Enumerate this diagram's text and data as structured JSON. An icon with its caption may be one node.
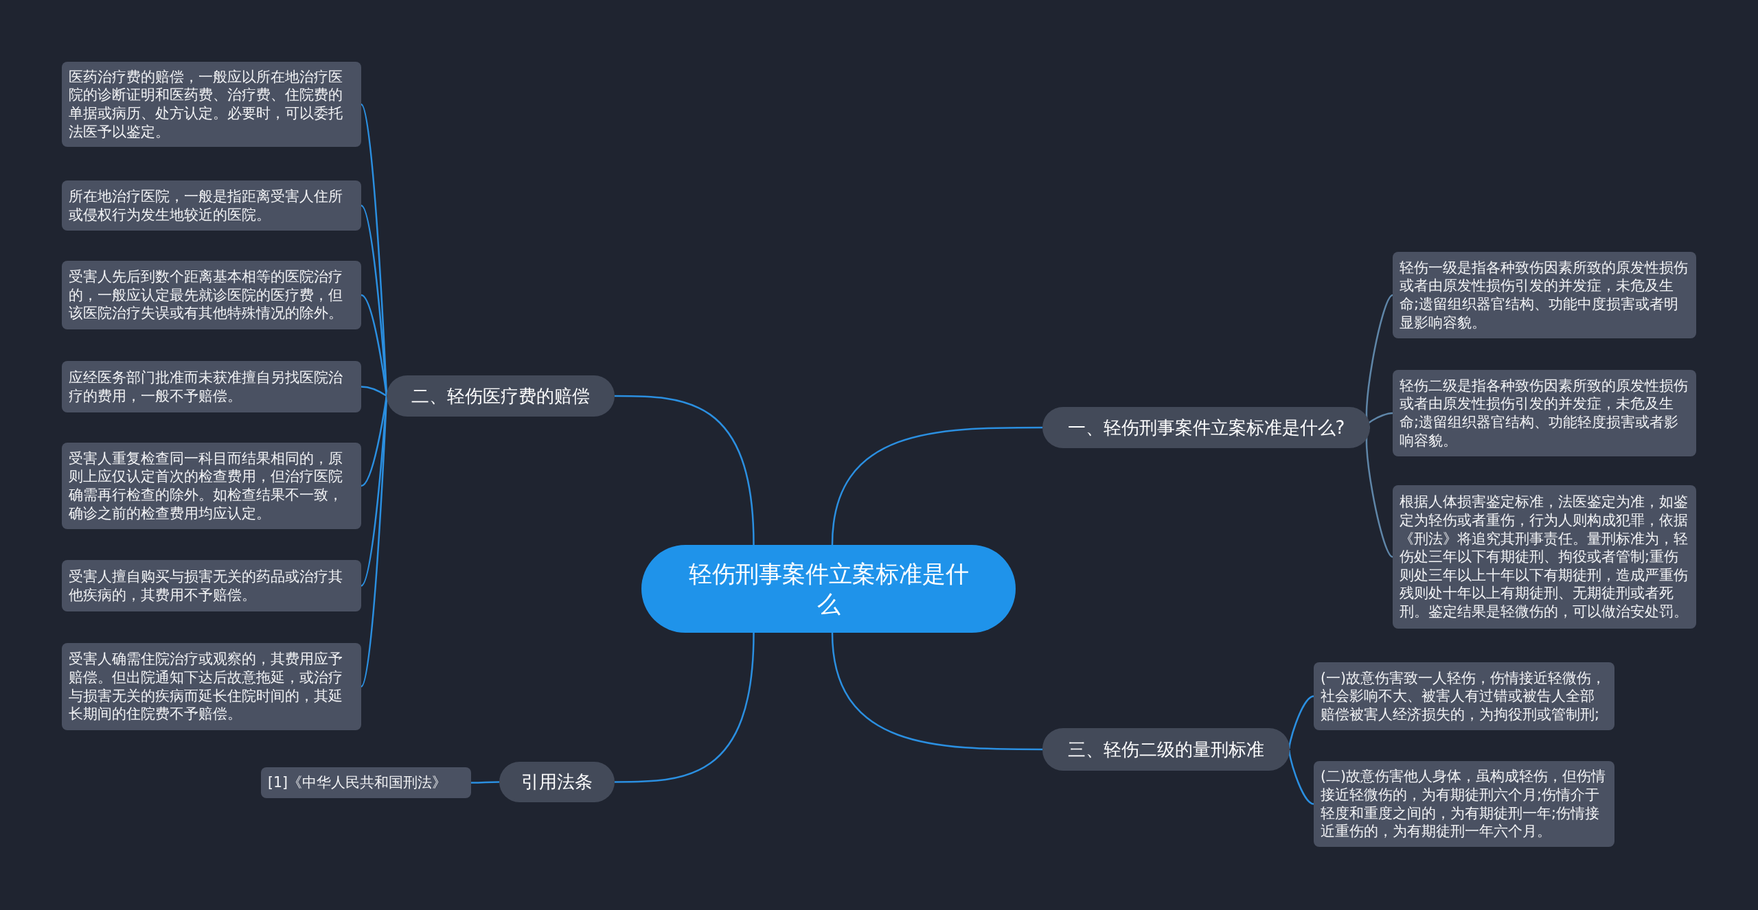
{
  "diagram": {
    "nodes": [
      {
        "text": [
          "轻伤刑事案件立案标准是什么"
        ]
      },
      {
        "text": [
          "一、轻伤刑事案件立案标准是什么?"
        ]
      },
      {
        "text": [
          "轻伤一级是指各种致伤因素所致的原发性损伤或者由原发性损伤引发的并发症，未危及生命;遗留组织器官结构、功能中度损害或者明显影响容貌。"
        ]
      },
      {
        "text": [
          "轻伤二级是指各种致伤因素所致的原发性损伤或者由原发性损伤引发的并发症，未危及生命;遗留组织器官结构、功能轻度损害或者影响容貌。"
        ]
      },
      {
        "text": [
          "根据人体损害鉴定标准，法医鉴定为准，如鉴定为轻伤或者重伤，行为人则构成犯罪，依据《刑法》将追究其刑事责任。量刑标准为，轻伤处三年以下有期徒刑、拘役或者管制;重伤则处三年以上十年以下有期徒刑，造成严重伤残则处十年以上有期徒刑、无期徒刑或者死刑。鉴定结果是轻微伤的，可以做治安处罚。"
        ]
      },
      {
        "text": [
          "二、轻伤医疗费的赔偿"
        ]
      },
      {
        "text": [
          "医药治疗费的赔偿，一般应以所在地治疗医院的诊断证明和医药费、治疗费、住院费的单据或病历、处方认定。必要时，可以委托法医予以鉴定。"
        ]
      },
      {
        "text": [
          "所在地治疗医院，一般是指距离受害人住所或侵权行为发生地较近的医院。"
        ]
      },
      {
        "text": [
          "受害人先后到数个距离基本相等的医院治疗的，一般应认定最先就诊医院的医疗费，但该医院治疗失误或有其他特殊情况的除外。"
        ]
      },
      {
        "text": [
          "应经医务部门批准而未获准擅自另找医院治疗的费用，一般不予赔偿。"
        ]
      },
      {
        "text": [
          "受害人重复检查同一科目而结果相同的，原则上应仅认定首次的检查费用，但治疗医院确需再行检查的除外。如检查结果不一致，确诊之前的检查费用均应认定。"
        ]
      },
      {
        "text": [
          "受害人擅自购买与损害无关的药品或治疗其他疾病的，其费用不予赔偿。"
        ]
      },
      {
        "text": [
          "受害人确需住院治疗或观察的，其费用应予赔偿。但出院通知下达后故意拖延，或治疗与损害无关的疾病而延长住院时间的，其延长期间的住院费不予赔偿。"
        ]
      },
      {
        "text": [
          "三、轻伤二级的量刑标准"
        ]
      },
      {
        "text": [
          "(一)故意伤害致一人轻伤，伤情接近轻微伤，社会影响不大、被害人有过错或被告人全部赔偿被害人经济损失的，为拘役刑或管制刑;"
        ]
      },
      {
        "text": [
          "(二)故意伤害他人身体，虽构成轻伤，但伤情接近轻微伤的，为有期徒刑六个月;伤情介于轻度和重度之间的，为有期徒刑一年;伤情接近重伤的，为有期徒刑一年六个月。"
        ]
      },
      {
        "text": [
          "引用法条"
        ]
      },
      {
        "text": [
          "[1]《中华人民共和国刑法》"
        ]
      }
    ],
    "edges": [
      {
        "from": 0,
        "to": 1,
        "arrow": "none"
      },
      {
        "from": 1,
        "to": 2,
        "arrow": "none",
        "color": "#5f86a8"
      },
      {
        "from": 1,
        "to": 3,
        "arrow": "none",
        "color": "#5f86a8"
      },
      {
        "from": 1,
        "to": 4,
        "arrow": "none",
        "color": "#5f86a8"
      },
      {
        "from": 0,
        "to": 5,
        "arrow": "none"
      },
      {
        "from": 5,
        "to": 6,
        "arrow": "none"
      },
      {
        "from": 5,
        "to": 7,
        "arrow": "none"
      },
      {
        "from": 5,
        "to": 8,
        "arrow": "none"
      },
      {
        "from": 5,
        "to": 9,
        "arrow": "none"
      },
      {
        "from": 5,
        "to": 10,
        "arrow": "none"
      },
      {
        "from": 5,
        "to": 11,
        "arrow": "none"
      },
      {
        "from": 5,
        "to": 12,
        "arrow": "none"
      },
      {
        "from": 0,
        "to": 13,
        "arrow": "none"
      },
      {
        "from": 13,
        "to": 14,
        "arrow": "none"
      },
      {
        "from": 13,
        "to": 15,
        "arrow": "none"
      },
      {
        "from": 0,
        "to": 16,
        "arrow": "none"
      },
      {
        "from": 16,
        "to": 17,
        "arrow": "none"
      }
    ]
  }
}
